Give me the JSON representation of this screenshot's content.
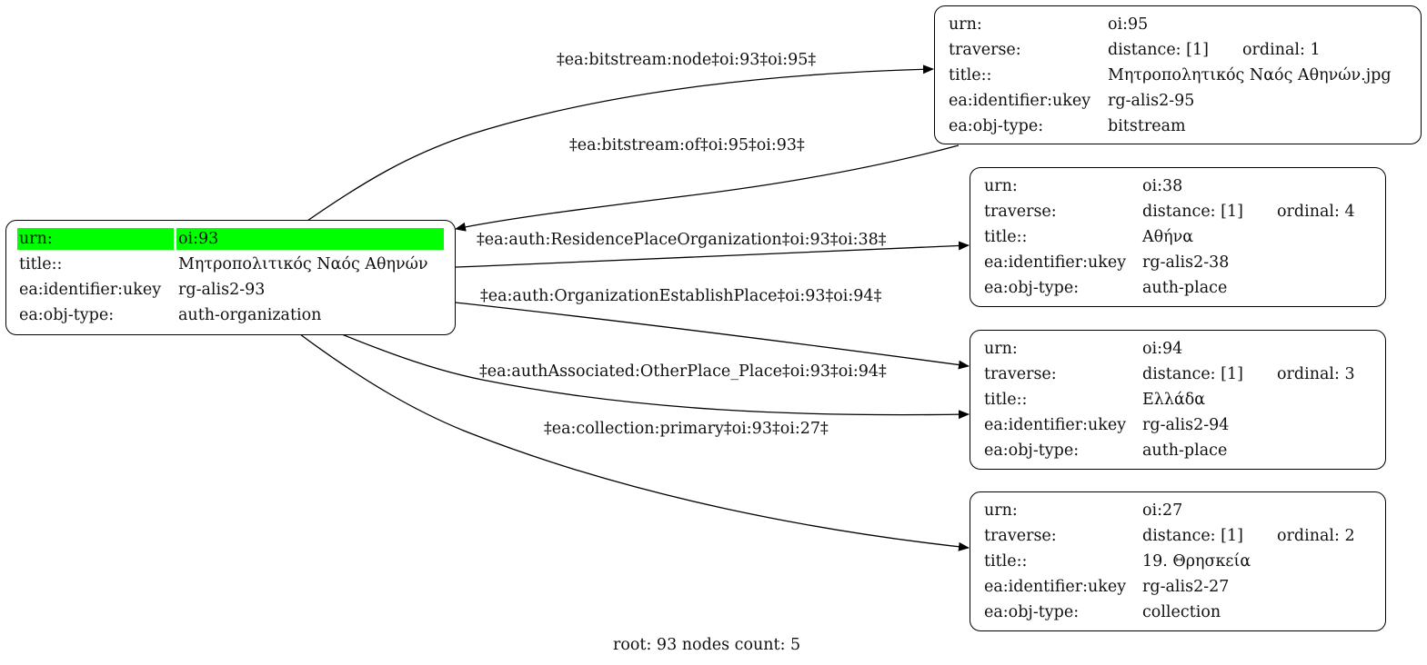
{
  "root_node": {
    "rows": [
      {
        "key": "urn:",
        "value": "oi:93",
        "highlight": true
      },
      {
        "key": "title::",
        "value": "Μητροπολιτικός Ναός Αθηνών"
      },
      {
        "key": "ea:identifier:ukey",
        "value": "rg-alis2-93"
      },
      {
        "key": "ea:obj-type:",
        "value": "auth-organization"
      }
    ],
    "highlight_color": "#00ff00"
  },
  "nodes": [
    {
      "id": "oi-95",
      "rows": [
        {
          "key": "urn:",
          "value": "oi:95"
        },
        {
          "key": "traverse:",
          "value": "distance: [1]",
          "extra": "ordinal: 1"
        },
        {
          "key": "title::",
          "value": "Μητροπολητικός Ναός Αθηνών.jpg"
        },
        {
          "key": "ea:identifier:ukey",
          "value": "rg-alis2-95"
        },
        {
          "key": "ea:obj-type:",
          "value": "bitstream"
        }
      ]
    },
    {
      "id": "oi-38",
      "rows": [
        {
          "key": "urn:",
          "value": "oi:38"
        },
        {
          "key": "traverse:",
          "value": "distance: [1]",
          "extra": "ordinal: 4"
        },
        {
          "key": "title::",
          "value": "Αθήνα"
        },
        {
          "key": "ea:identifier:ukey",
          "value": "rg-alis2-38"
        },
        {
          "key": "ea:obj-type:",
          "value": "auth-place"
        }
      ]
    },
    {
      "id": "oi-94",
      "rows": [
        {
          "key": "urn:",
          "value": "oi:94"
        },
        {
          "key": "traverse:",
          "value": "distance: [1]",
          "extra": "ordinal: 3"
        },
        {
          "key": "title::",
          "value": "Ελλάδα"
        },
        {
          "key": "ea:identifier:ukey",
          "value": "rg-alis2-94"
        },
        {
          "key": "ea:obj-type:",
          "value": "auth-place"
        }
      ]
    },
    {
      "id": "oi-27",
      "rows": [
        {
          "key": "urn:",
          "value": "oi:27"
        },
        {
          "key": "traverse:",
          "value": "distance: [1]",
          "extra": "ordinal: 2"
        },
        {
          "key": "title::",
          "value": "19. Θρησκεία"
        },
        {
          "key": "ea:identifier:ukey",
          "value": "rg-alis2-27"
        },
        {
          "key": "ea:obj-type:",
          "value": "collection"
        }
      ]
    }
  ],
  "edges": [
    {
      "label": "‡ea:bitstream:node‡oi:93‡oi:95‡"
    },
    {
      "label": "‡ea:bitstream:of‡oi:95‡oi:93‡"
    },
    {
      "label": "‡ea:auth:ResidencePlaceOrganization‡oi:93‡oi:38‡"
    },
    {
      "label": "‡ea:auth:OrganizationEstablishPlace‡oi:93‡oi:94‡"
    },
    {
      "label": "‡ea:authAssociated:OtherPlace_Place‡oi:93‡oi:94‡"
    },
    {
      "label": "‡ea:collection:primary‡oi:93‡oi:27‡"
    }
  ],
  "footer": "root: 93 nodes count: 5"
}
